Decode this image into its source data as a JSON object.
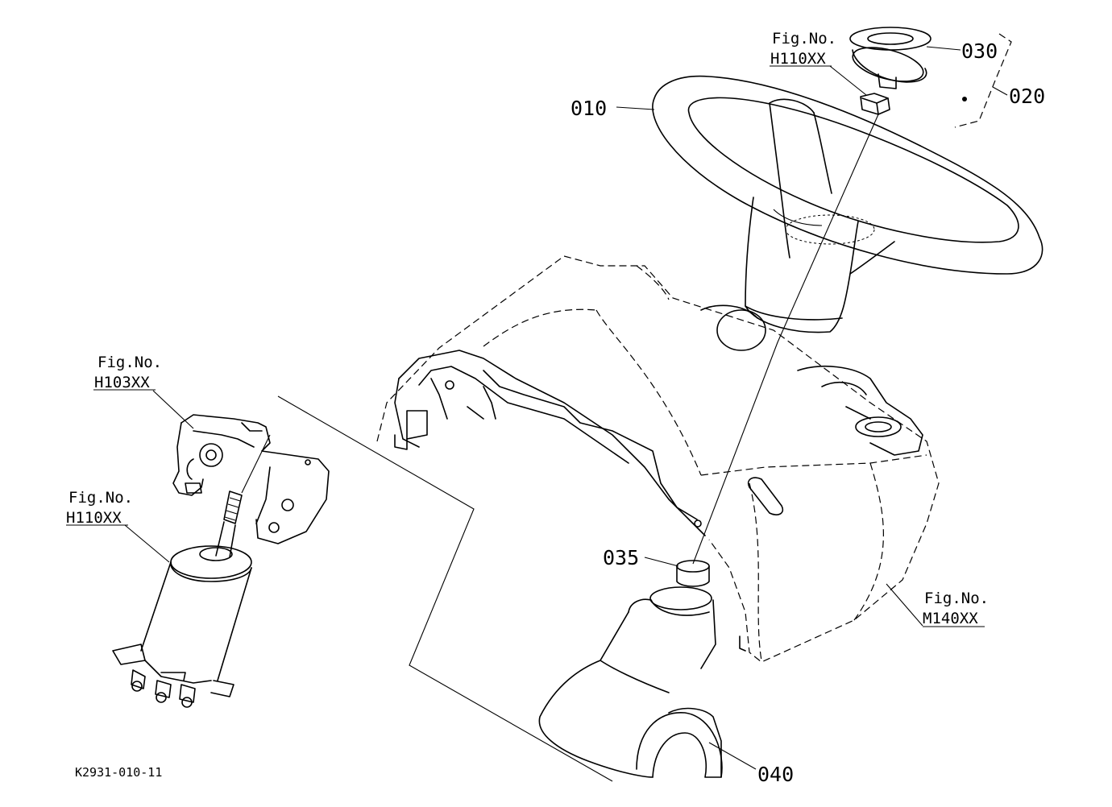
{
  "diagram_code": "K2931-010-11",
  "parts": {
    "p010": "010",
    "p020": "020",
    "p030": "030",
    "p035": "035",
    "p040": "040"
  },
  "fig_refs": {
    "steering_nut": {
      "line1": "Fig.No.",
      "line2": "H110XX"
    },
    "bracket": {
      "line1": "Fig.No.",
      "line2": "H103XX"
    },
    "steering_unit": {
      "line1": "Fig.No.",
      "line2": "H110XX"
    },
    "dashboard": {
      "line1": "Fig.No.",
      "line2": "M140XX"
    }
  }
}
